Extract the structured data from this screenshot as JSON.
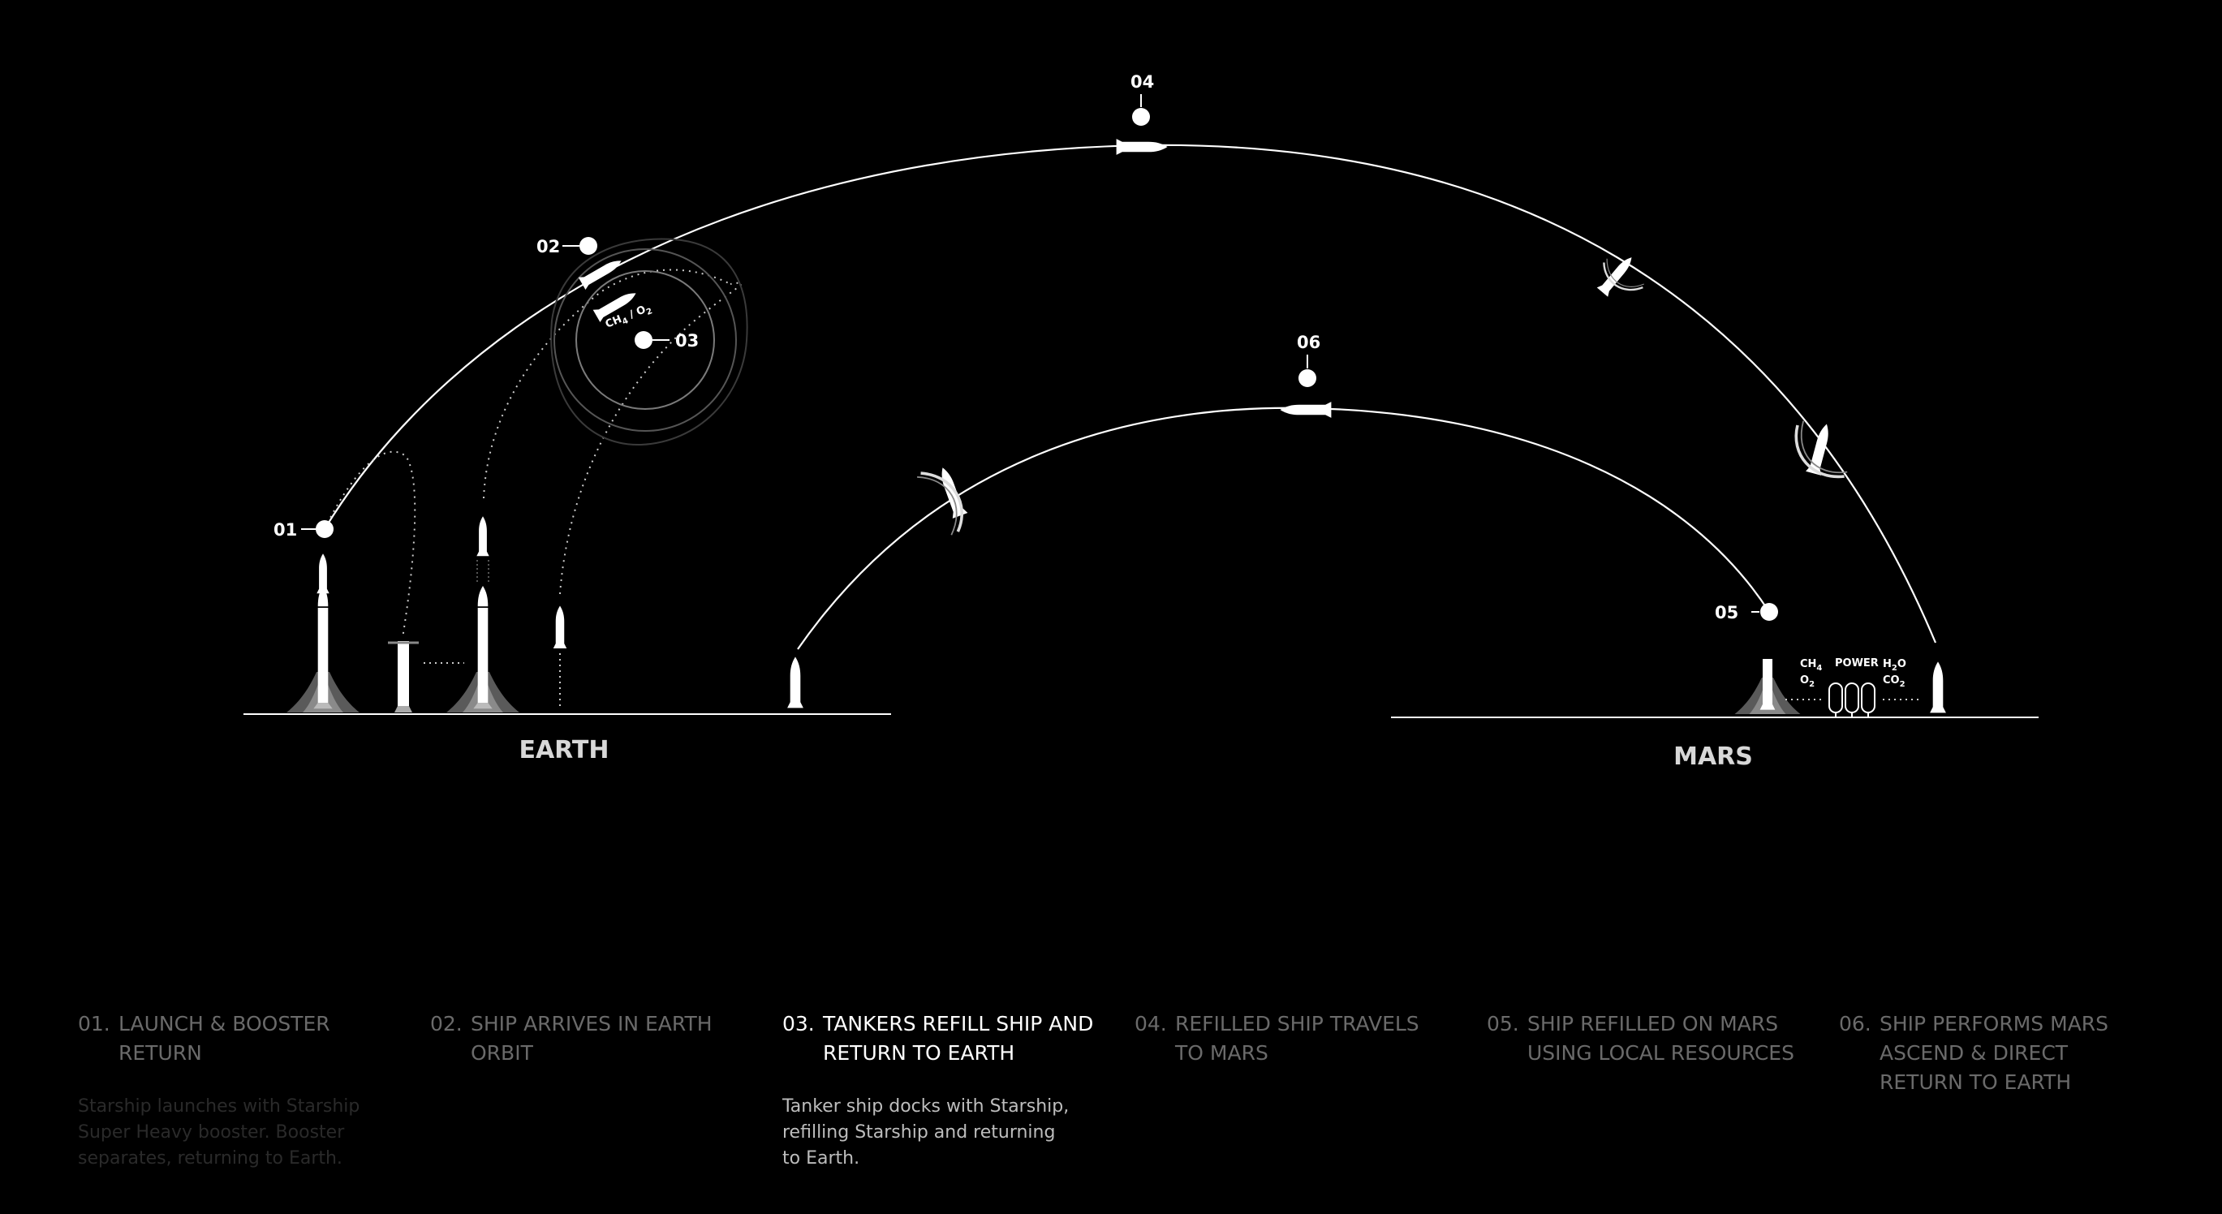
{
  "markers": [
    {
      "id": "01"
    },
    {
      "id": "02"
    },
    {
      "id": "03"
    },
    {
      "id": "04"
    },
    {
      "id": "05"
    },
    {
      "id": "06"
    }
  ],
  "planets": {
    "earth": "EARTH",
    "mars": "MARS"
  },
  "orbit": {
    "propellant_top": "CH",
    "propellant_sub": "4",
    "propellant_sep": " / O",
    "propellant_sub2": "2"
  },
  "mars_resources": {
    "ch4": "CH",
    "ch4_sub": "4",
    "o2": "O",
    "o2_sub": "2",
    "power": "POWER",
    "h2o_a": "H",
    "h2o_sub": "2",
    "h2o_b": "O",
    "co2": "CO",
    "co2_sub": "2"
  },
  "steps": [
    {
      "num": "01.",
      "title": "LAUNCH & BOOSTER RETURN",
      "desc": "Starship launches with Starship Super Heavy booster. Booster separates, returning to Earth.",
      "active": false
    },
    {
      "num": "02.",
      "title": "SHIP ARRIVES IN EARTH ORBIT",
      "desc": "",
      "active": false
    },
    {
      "num": "03.",
      "title": "TANKERS REFILL SHIP AND RETURN TO EARTH",
      "desc": "Tanker ship docks with Starship, refilling Starship and returning to Earth.",
      "active": true
    },
    {
      "num": "04.",
      "title": "REFILLED SHIP TRAVELS TO MARS",
      "desc": "",
      "active": false
    },
    {
      "num": "05.",
      "title": "SHIP REFILLED ON MARS USING LOCAL RESOURCES",
      "desc": "",
      "active": false
    },
    {
      "num": "06.",
      "title": "SHIP PERFORMS MARS ASCEND & DIRECT RETURN TO EARTH",
      "desc": "",
      "active": false
    }
  ],
  "colors": {
    "background": "#000000",
    "line": "#ffffff",
    "active_text": "#ffffff",
    "inactive_text": "#6a6a6a",
    "faded_text": "#2a2a2a"
  }
}
